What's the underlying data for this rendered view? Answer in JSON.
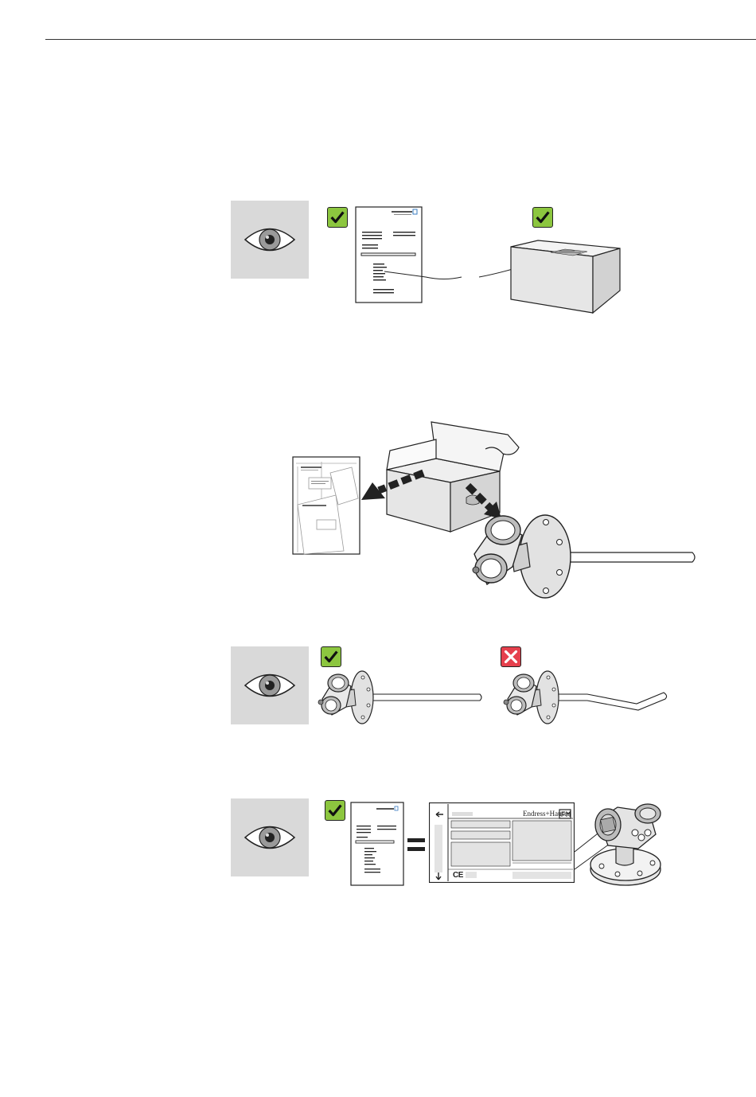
{
  "document": {
    "type": "instruction-figures",
    "figures": [
      {
        "id": "check-delivery-note",
        "icons": [
          "eye-icon",
          "check-icon",
          "check-icon"
        ]
      },
      {
        "id": "unpack-device",
        "icons": [
          "arrow-icon",
          "arrow-icon"
        ]
      },
      {
        "id": "check-probe-damage",
        "icons": [
          "eye-icon",
          "check-icon",
          "cross-icon"
        ]
      },
      {
        "id": "compare-nameplate",
        "icons": [
          "eye-icon",
          "check-icon",
          "equals-icon"
        ]
      }
    ]
  },
  "nameplate": {
    "brand": "Endress+Hauser",
    "mark": "CE"
  },
  "colors": {
    "ok": "#8cc63f",
    "bad": "#e5404d",
    "panel": "#d9d9d9",
    "box_face": "#e6e6e6"
  }
}
